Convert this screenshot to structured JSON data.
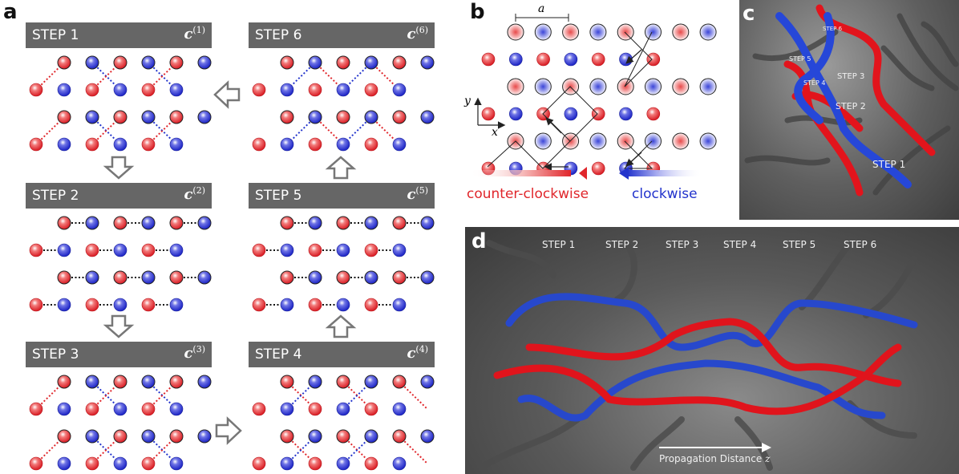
{
  "panels": {
    "a": "a",
    "b": "b",
    "c": "c",
    "d": "d"
  },
  "steps": [
    {
      "label": "STEP 1",
      "sym": "c",
      "sup": "(1)"
    },
    {
      "label": "STEP 2",
      "sym": "c",
      "sup": "(2)"
    },
    {
      "label": "STEP 3",
      "sym": "c",
      "sup": "(3)"
    },
    {
      "label": "STEP 4",
      "sym": "c",
      "sup": "(4)"
    },
    {
      "label": "STEP 5",
      "sym": "c",
      "sup": "(5)"
    },
    {
      "label": "STEP 6",
      "sym": "c",
      "sup": "(6)"
    }
  ],
  "panel_b": {
    "lattice_const": "a",
    "axis_x": "x",
    "axis_y": "y",
    "ccw_label": "counter-clockwise",
    "cw_label": "clockwise"
  },
  "panel_c": {
    "labels": [
      "STEP 6",
      "STEP 5",
      "STEP 4",
      "STEP 3",
      "STEP 2",
      "STEP 1"
    ]
  },
  "panel_d": {
    "step_labels": [
      "STEP 1",
      "STEP 2",
      "STEP 3",
      "STEP 4",
      "STEP 5",
      "STEP 6"
    ],
    "axis_label": "Propagation Distance",
    "axis_var": "z"
  },
  "colors": {
    "red": "#e0262b",
    "blue": "#2233cc",
    "header_bg": "#666666",
    "arrow_outline": "#777777"
  }
}
